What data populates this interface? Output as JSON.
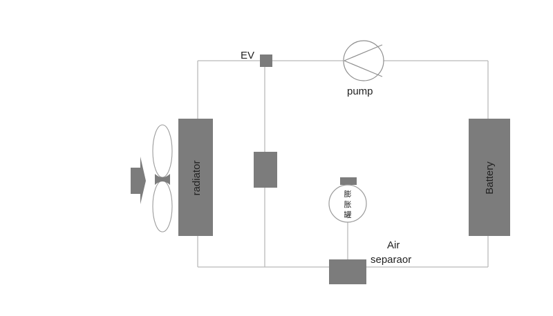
{
  "labels": {
    "ev": "EV",
    "pump": "pump",
    "radiator": "radiator",
    "battery": "Battery",
    "air_separator_line1": "Air",
    "air_separator_line2": "separaor",
    "tank_chars": [
      "膨",
      "胀",
      "罐"
    ]
  },
  "colors": {
    "component_fill": "#7c7c7c",
    "line": "#b9b9b9",
    "outline": "#9a9a9a",
    "text": "#222222"
  },
  "icons": {
    "airflow": "airflow-arrow-icon",
    "fan": "fan-icon",
    "pump": "pump-symbol-icon"
  }
}
